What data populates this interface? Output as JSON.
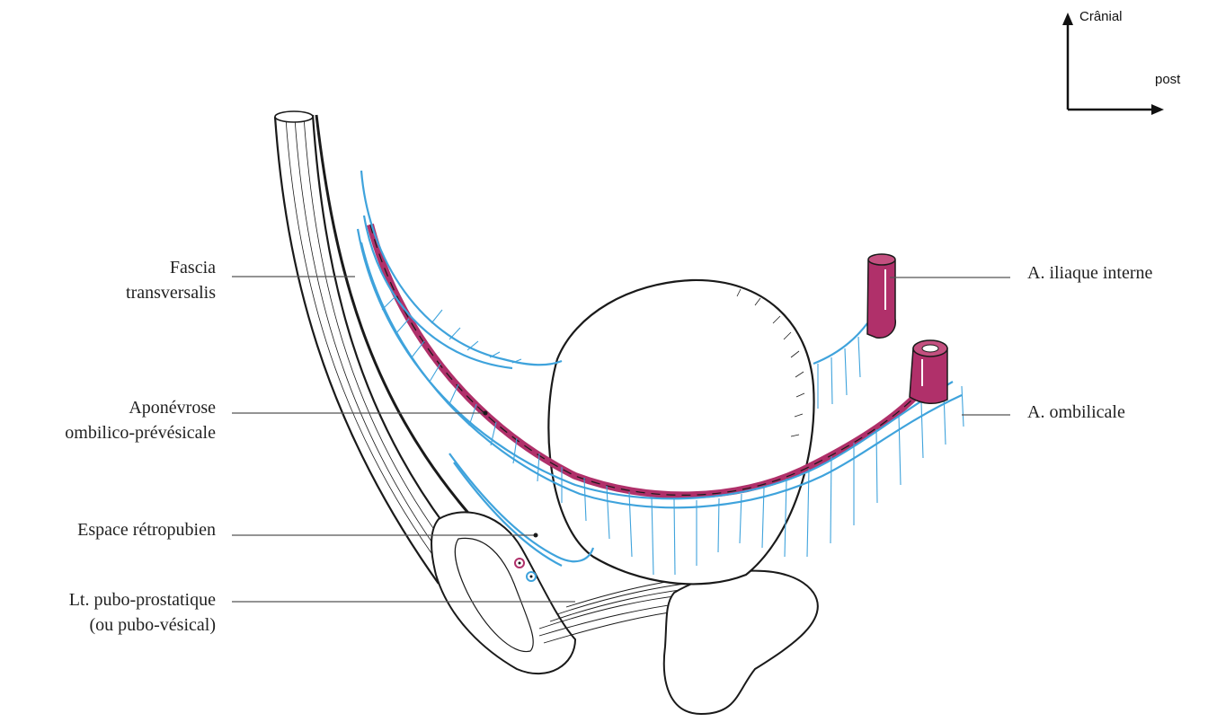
{
  "orientation": {
    "up_label": "Crânial",
    "right_label": "post"
  },
  "labels": {
    "fascia_line1": "Fascia",
    "fascia_line2": "transversalis",
    "aponevrose_line1": "Aponévrose",
    "aponevrose_line2": "ombilico-prévésicale",
    "espace": "Espace rétropubien",
    "ligament_line1": "Lt. pubo-prostatique",
    "ligament_line2": "(ou pubo-vésical)",
    "iliaque": "A. iliaque interne",
    "ombilicale": "A. ombilicale"
  },
  "colors": {
    "fascia_blue": "#3fa3dc",
    "artery": "#b0306a",
    "outline": "#1a1a1a",
    "leader": "#555555"
  }
}
